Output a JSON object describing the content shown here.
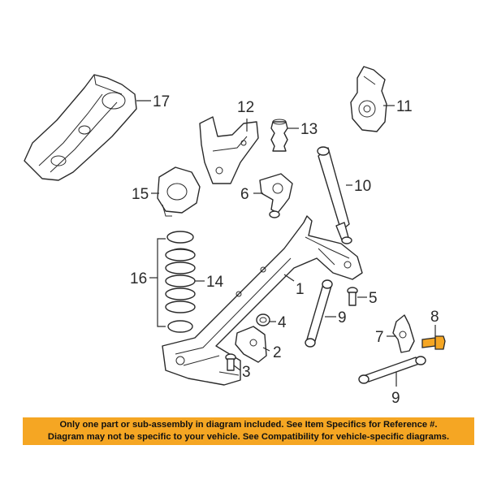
{
  "callouts": {
    "c1": "1",
    "c2": "2",
    "c3": "3",
    "c4": "4",
    "c5": "5",
    "c6": "6",
    "c7": "7",
    "c8": "8",
    "c9a": "9",
    "c9b": "9",
    "c10": "10",
    "c11": "11",
    "c12": "12",
    "c13": "13",
    "c14": "14",
    "c15": "15",
    "c16": "16",
    "c17": "17"
  },
  "highlighted_part": "8",
  "colors": {
    "highlight": "#f5a623",
    "notice_bg": "#f5a623",
    "line": "#2a2a2a"
  },
  "notice": {
    "line1": "Only one part or sub-assembly in diagram included. See Item Specifics for Reference #.",
    "line2": "Diagram may not be specific to your vehicle. See Compatibility for vehicle-specific diagrams."
  }
}
